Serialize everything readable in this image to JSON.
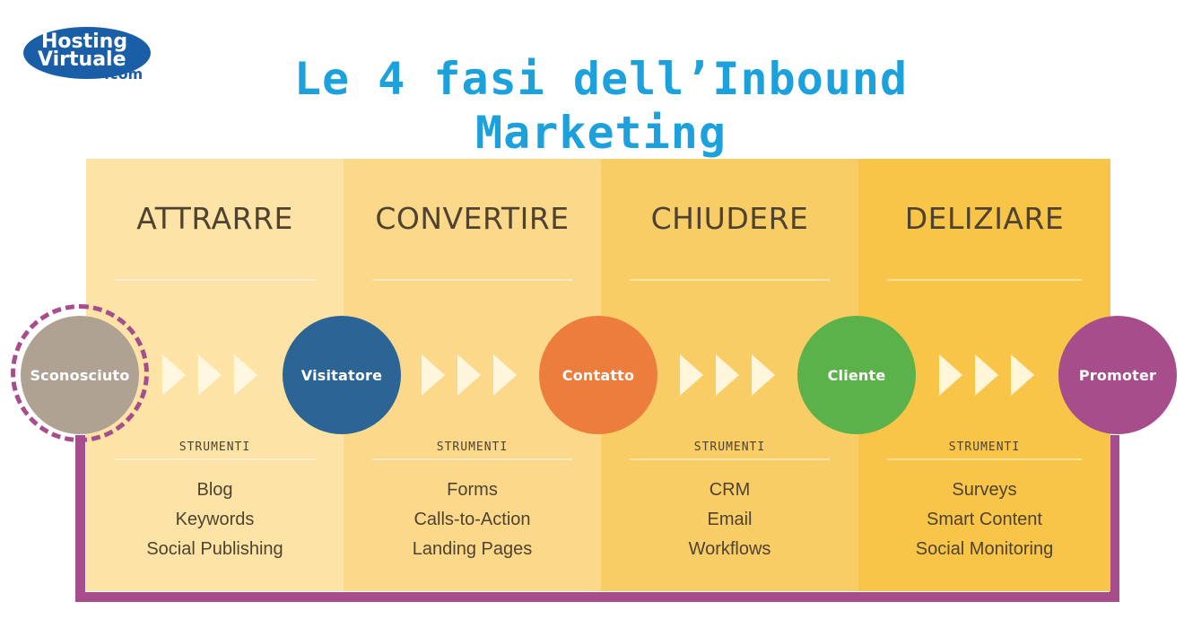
{
  "logo": {
    "line1": "Hosting",
    "line2": "Virtuale",
    "line3": ".com"
  },
  "title": "Le 4 fasi dell’Inbound Marketing",
  "phases": [
    {
      "title": "ATTRARRE",
      "tools_label": "STRUMENTI",
      "tools": [
        "Blog",
        "Keywords",
        "Social Publishing"
      ]
    },
    {
      "title": "CONVERTIRE",
      "tools_label": "STRUMENTI",
      "tools": [
        "Forms",
        "Calls-to-Action",
        "Landing Pages"
      ]
    },
    {
      "title": "CHIUDERE",
      "tools_label": "STRUMENTI",
      "tools": [
        "CRM",
        "Email",
        "Workflows"
      ]
    },
    {
      "title": "DELIZIARE",
      "tools_label": "STRUMENTI",
      "tools": [
        "Surveys",
        "Smart Content",
        "Social Monitoring"
      ]
    }
  ],
  "stages": [
    {
      "label": "Sconosciuto",
      "color": "#b0a293"
    },
    {
      "label": "Visitatore",
      "color": "#2c6595"
    },
    {
      "label": "Contatto",
      "color": "#ec7d3d"
    },
    {
      "label": "Cliente",
      "color": "#5bb14a"
    },
    {
      "label": "Promoter",
      "color": "#a74d8c"
    }
  ],
  "colors": {
    "title": "#1da1dd",
    "loop": "#a74d8c",
    "text": "#4e4231",
    "columns": [
      "#fde4a6",
      "#fcd98a",
      "#f9cd66",
      "#f8c548"
    ]
  }
}
